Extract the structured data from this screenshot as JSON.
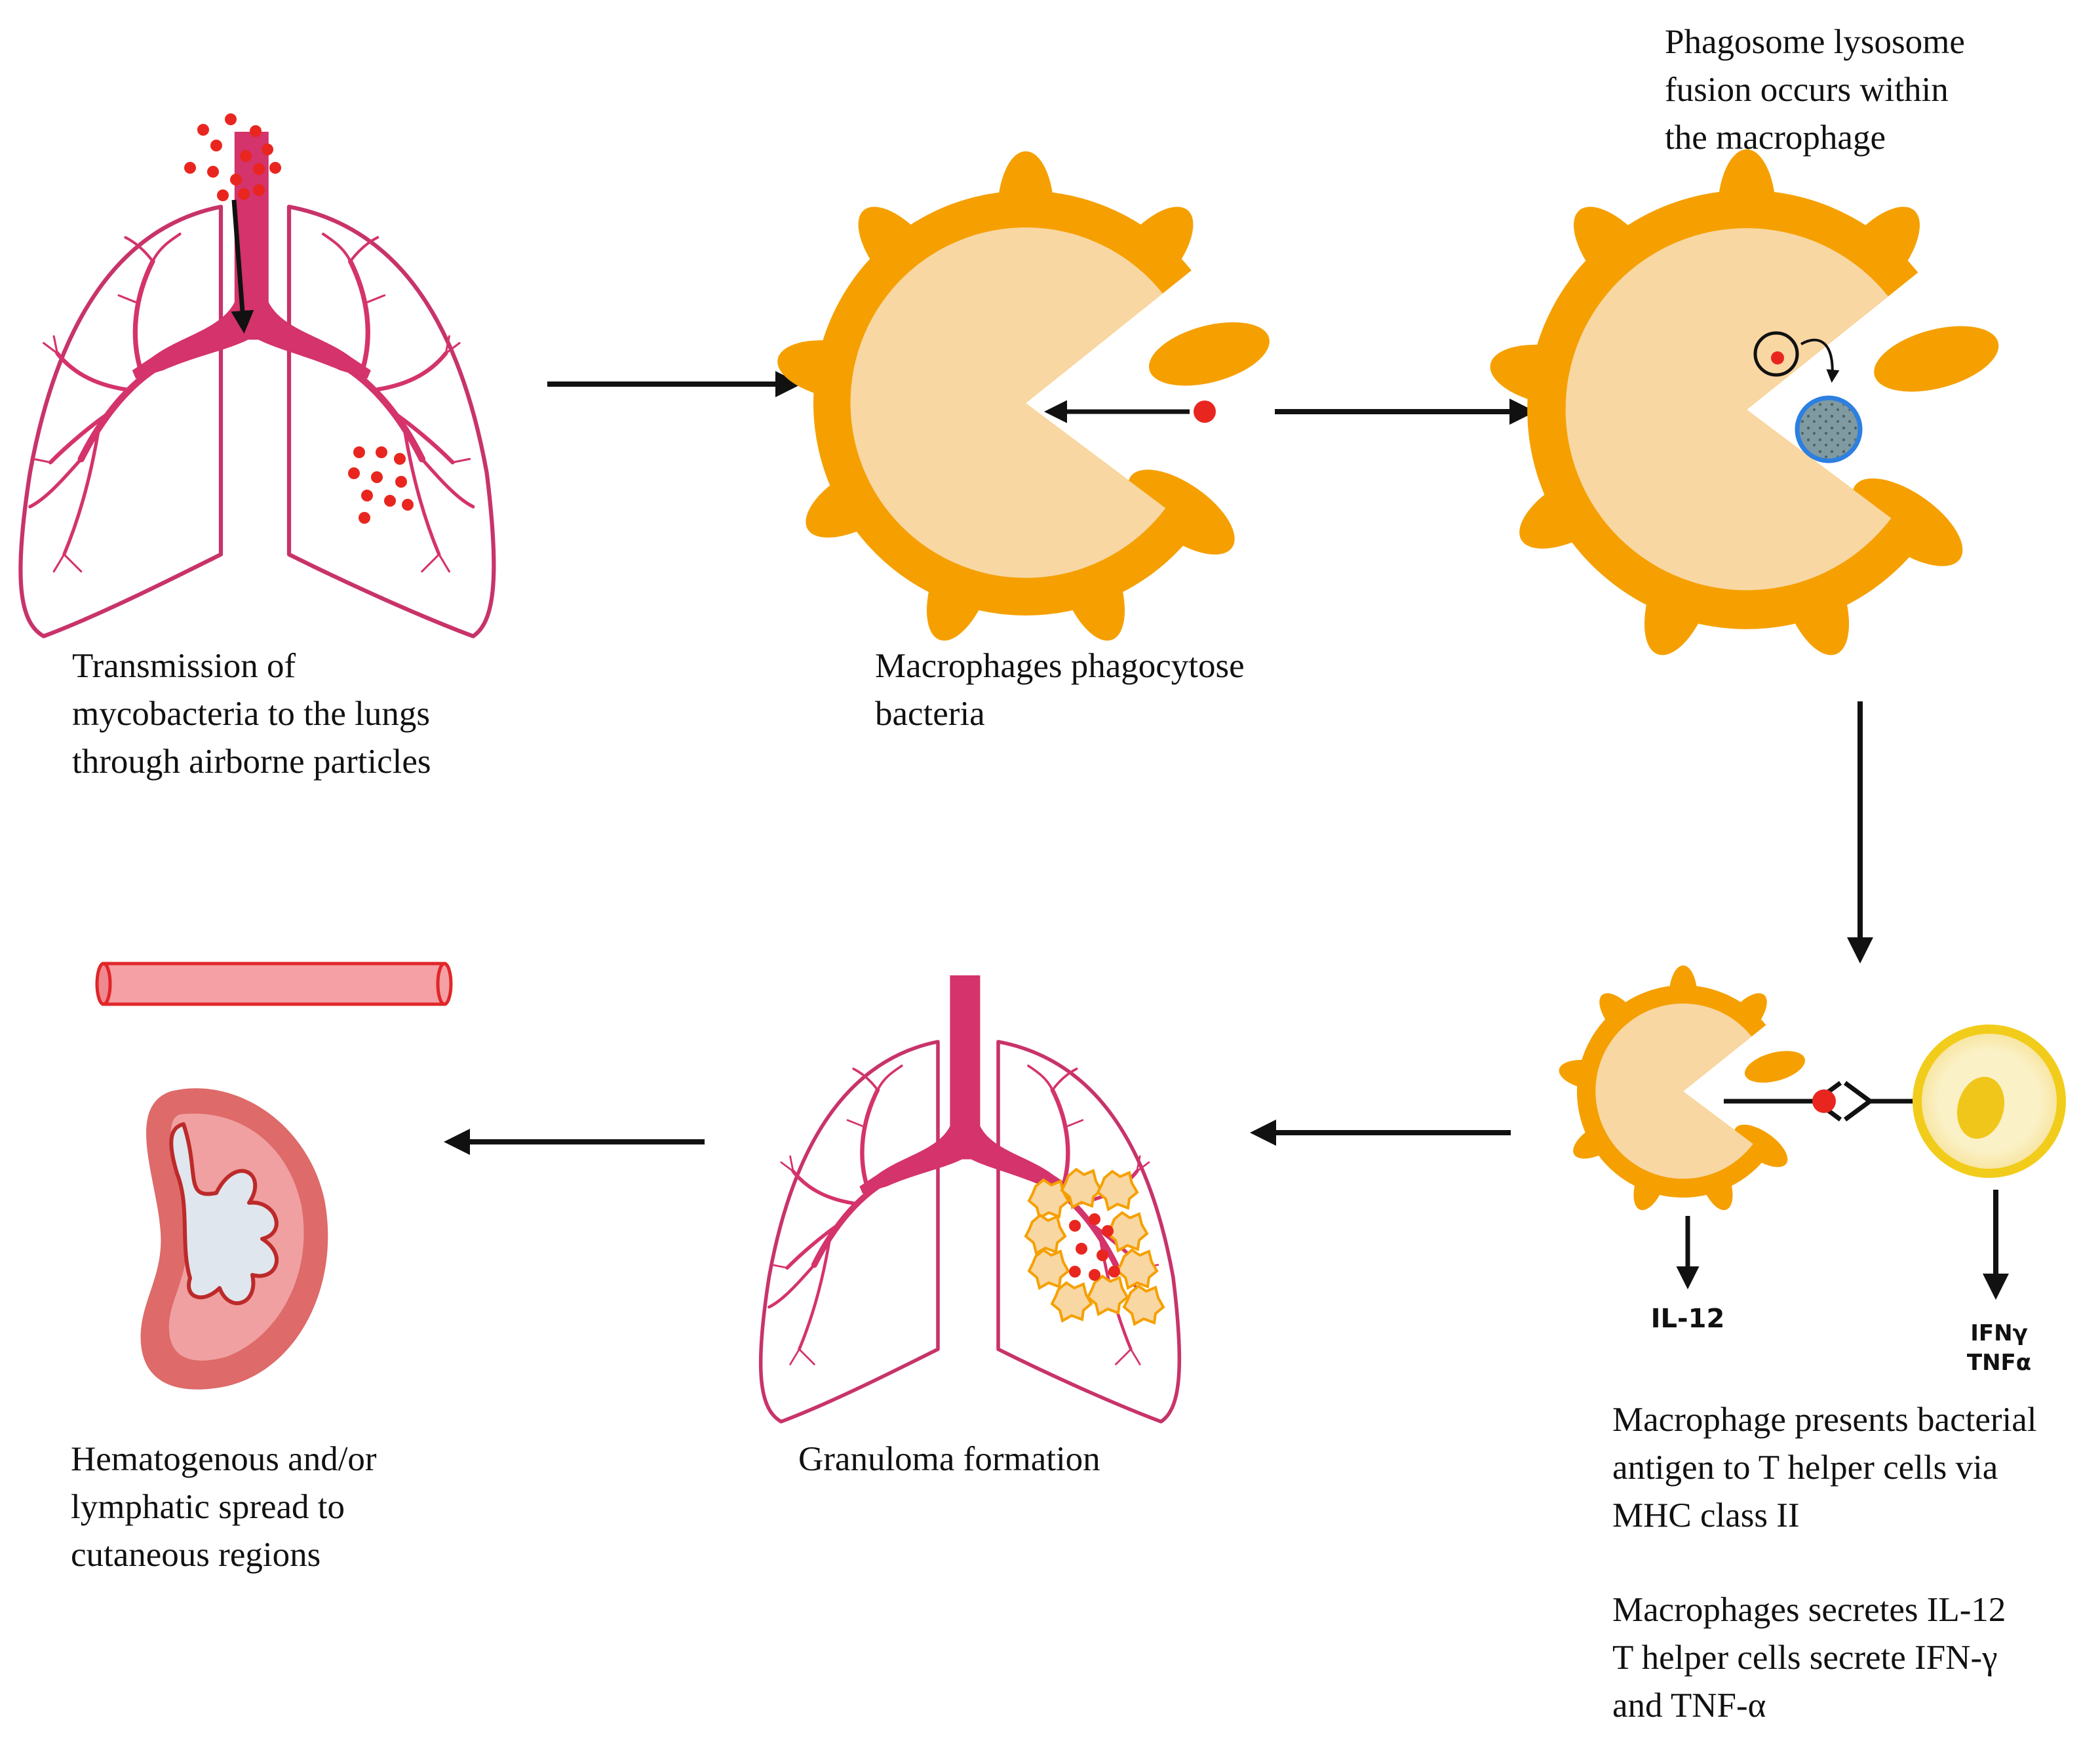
{
  "steps": [
    {
      "caption_lines": [
        "Transmission of",
        "mycobacteria to the lungs",
        "through airborne particles"
      ]
    },
    {
      "caption_lines": [
        "Macrophages phagocytose",
        "bacteria"
      ]
    },
    {
      "caption_lines": [
        "Phagosome lysosome",
        "fusion occurs within",
        "the macrophage"
      ]
    },
    {
      "caption_lines": [
        "Macrophage presents bacterial",
        "antigen to T helper cells via",
        "MHC class II"
      ],
      "secretion_lines": [
        "Macrophages secretes IL-12",
        "T helper cells secrete IFN-γ",
        "and TNF-α"
      ]
    },
    {
      "caption_lines": [
        "Granuloma formation"
      ]
    },
    {
      "caption_lines": [
        "Hematogenous and/or",
        "lymphatic spread to",
        "cutaneous regions"
      ]
    }
  ],
  "cytokine_labels": {
    "macrophage": "IL-12",
    "t_cell_line1": "IFNγ",
    "t_cell_line2": "TNFα"
  },
  "colors": {
    "lung_outline": "#c8336a",
    "airway": "#d4336b",
    "bacterium": "#e8261f",
    "macrophage": "#f5a000",
    "macrophage_body": "#f9d7a3",
    "lysosome": "#7f9aa0",
    "lysosome_ring": "#2d7fe0",
    "t_cell": "#f2cc1a",
    "vessel": "#f4a0a4",
    "node": "#de6a6a",
    "node_center": "#dfe6ee"
  }
}
